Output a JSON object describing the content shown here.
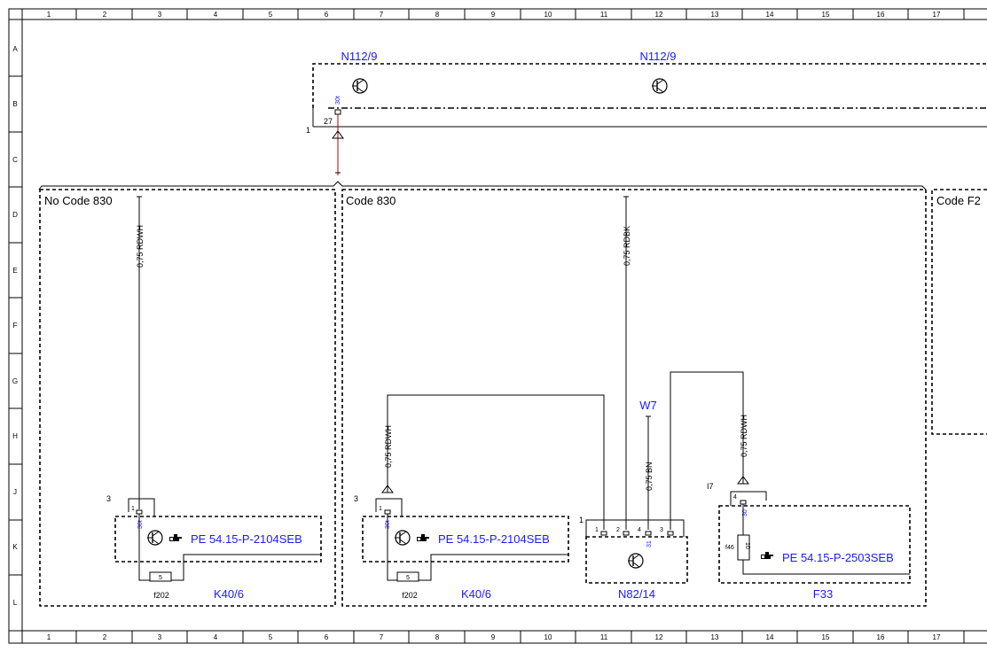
{
  "grid": {
    "columns": [
      "1",
      "2",
      "3",
      "4",
      "5",
      "6",
      "7",
      "8",
      "9",
      "10",
      "11",
      "12",
      "13",
      "14",
      "15",
      "16",
      "17"
    ],
    "rows": [
      "A",
      "B",
      "C",
      "D",
      "E",
      "F",
      "G",
      "H",
      "J",
      "K",
      "L"
    ]
  },
  "top_module": {
    "name_left": "N112/9",
    "name_right": "N112/9",
    "pin_label": "30t",
    "pin_number": "27",
    "connector_ref": "1"
  },
  "sections": {
    "no_code_830": "No Code 830",
    "code_830": "Code 830",
    "code_f2": "Code F2"
  },
  "wires": {
    "w1": "0,75 RDWH",
    "w2": "0,75 RDBK",
    "w3": "0,75 RDWH",
    "w4": "0,75 BN",
    "w5": "0,75 RDWH"
  },
  "k40_left": {
    "name": "K40/6",
    "ref": "PE 54.15-P-2104SEB",
    "fuse": "f202",
    "fuse_value": "5",
    "pin_label": "30t",
    "pin_number": "1",
    "connector_ref": "3"
  },
  "k40_right": {
    "name": "K40/6",
    "ref": "PE 54.15-P-2104SEB",
    "fuse": "f202",
    "fuse_value": "5",
    "pin_label": "30t",
    "pin_number": "1",
    "connector_ref": "3"
  },
  "n82": {
    "name": "N82/14",
    "connector_ref": "1",
    "pins": [
      "1",
      "2",
      "4",
      "3"
    ],
    "pin_label": "31"
  },
  "w7": "W7",
  "f33": {
    "name": "F33",
    "ref": "PE 54.15-P-2503SEB",
    "fuse": "f46",
    "fuse_value": "10",
    "pin_label": "30",
    "pin_number": "4",
    "connector_ref": "I7"
  }
}
